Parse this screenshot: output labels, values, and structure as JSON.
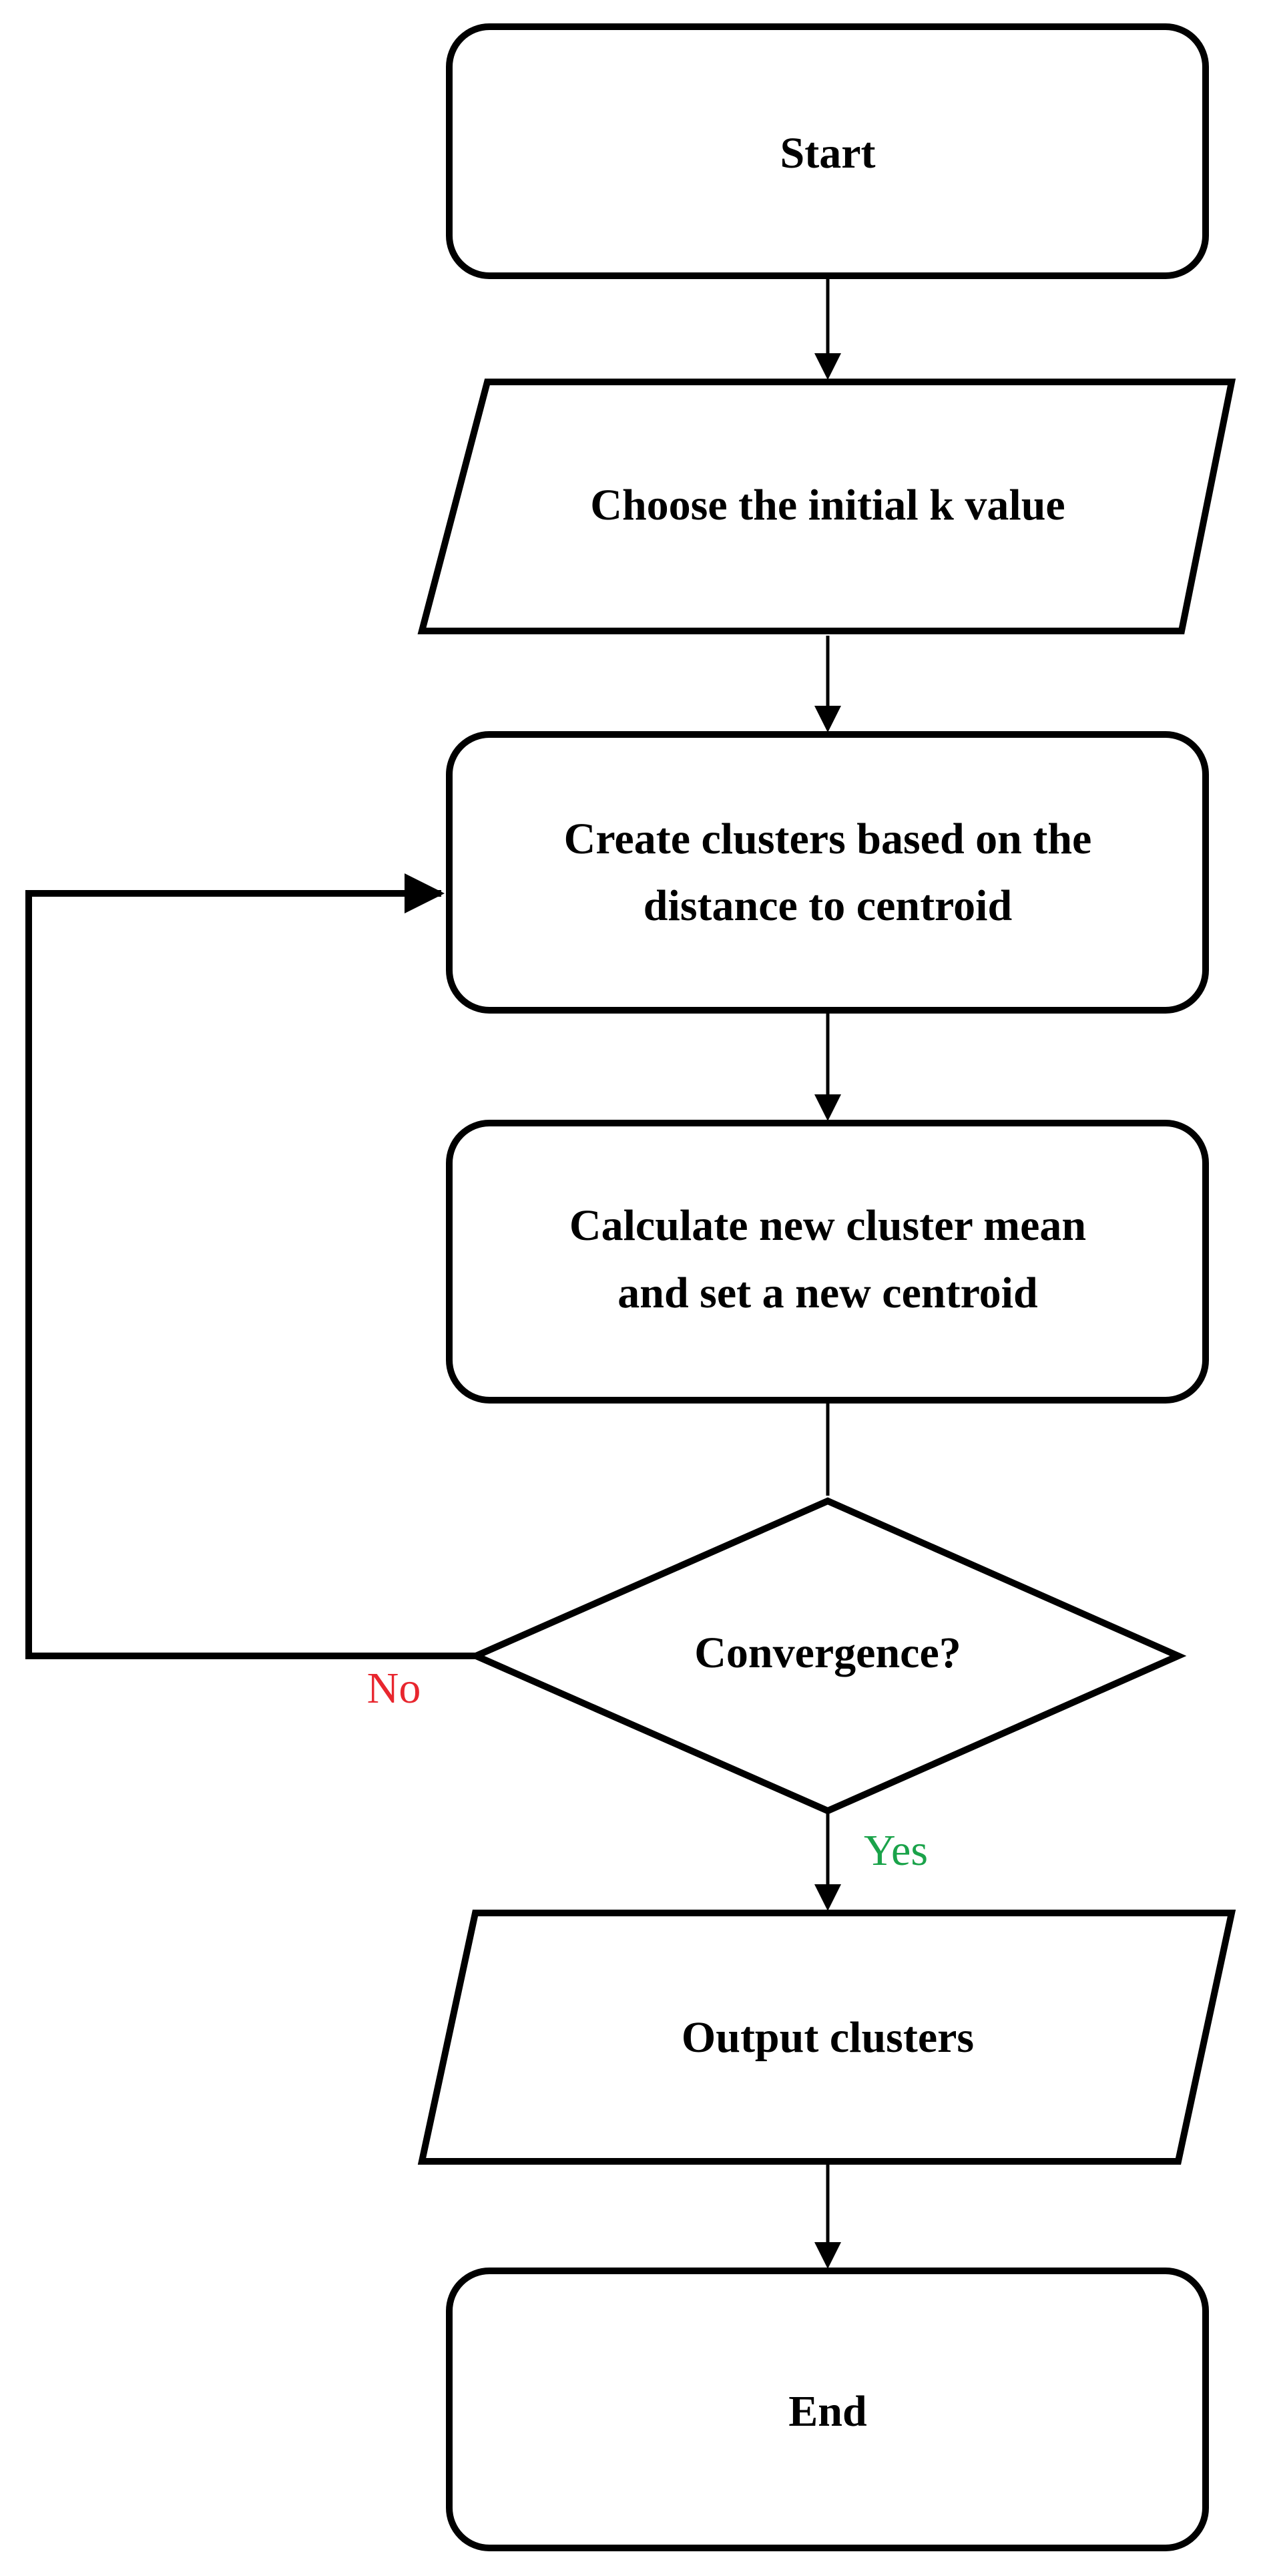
{
  "diagram": {
    "colors": {
      "stroke": "#000000",
      "fill": "#ffffff",
      "no_label": "#e8262e",
      "yes_label": "#1aa34a"
    },
    "nodes": {
      "start": {
        "shape": "rounded-rect",
        "label": "Start"
      },
      "choose_k": {
        "shape": "parallelogram",
        "label": "Choose the initial k value"
      },
      "create_clusters": {
        "shape": "rounded-rect",
        "lines": [
          "Create clusters based on the",
          "distance to centroid"
        ]
      },
      "calc_mean": {
        "shape": "rounded-rect",
        "lines": [
          "Calculate new cluster mean",
          "and set a new centroid"
        ]
      },
      "convergence": {
        "shape": "diamond",
        "label": "Convergence?"
      },
      "output": {
        "shape": "parallelogram",
        "label": "Output clusters"
      },
      "end": {
        "shape": "rounded-rect",
        "label": "End"
      }
    },
    "edges": {
      "no": {
        "from": "convergence",
        "to": "create_clusters",
        "label": "No"
      },
      "yes": {
        "from": "convergence",
        "to": "output",
        "label": "Yes"
      }
    }
  }
}
